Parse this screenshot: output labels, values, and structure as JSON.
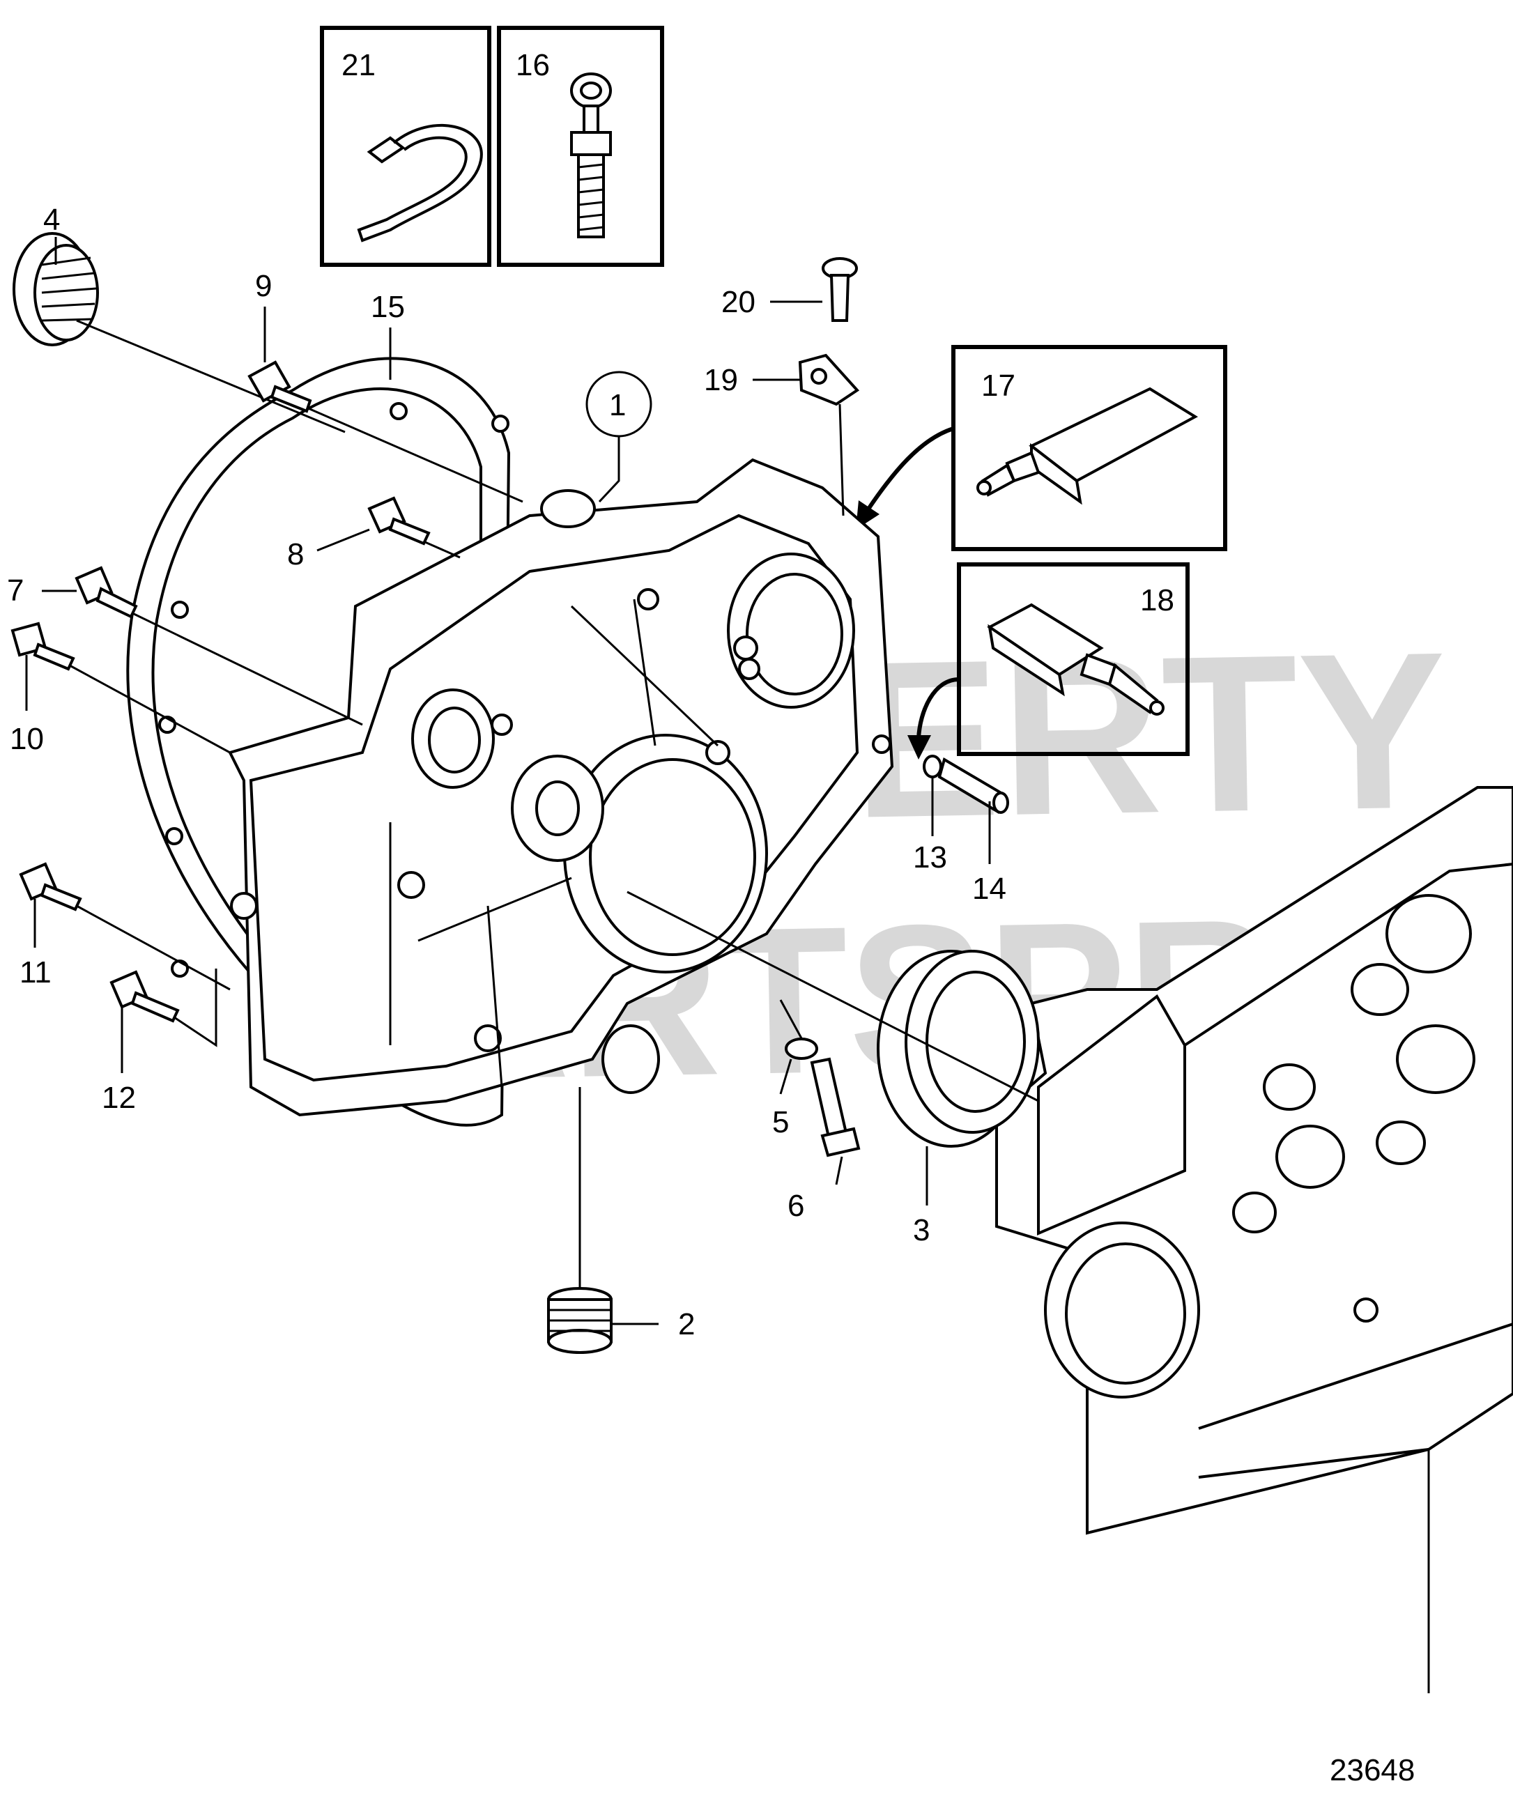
{
  "figure_number": "23648",
  "watermark": [
    "PROPERTY OF",
    "PARTSPRENTS"
  ],
  "callout_item": "1",
  "inset_labels": {
    "cable_tie": "21",
    "lifting_eye": "16",
    "sealant_tube_a": "17",
    "sealant_tube_b": "18"
  },
  "part_labels": {
    "p2": "2",
    "p3": "3",
    "p4": "4",
    "p5": "5",
    "p6": "6",
    "p7": "7",
    "p8": "8",
    "p9": "9",
    "p10": "10",
    "p11": "11",
    "p12": "12",
    "p13": "13",
    "p14": "14",
    "p15": "15",
    "p19": "19",
    "p20": "20"
  }
}
